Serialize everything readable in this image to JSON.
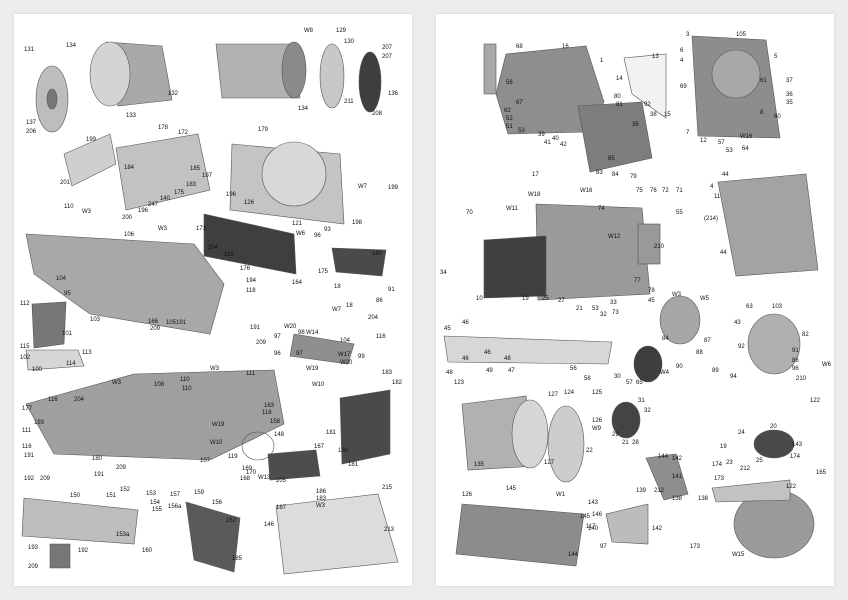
{
  "left_page": {
    "labels": [
      "131",
      "134",
      "132",
      "133",
      "137",
      "206",
      "W8",
      "129",
      "130",
      "207",
      "207",
      "211",
      "136",
      "208",
      "134",
      "178",
      "172",
      "199",
      "201",
      "184",
      "185",
      "197",
      "200",
      "196",
      "247",
      "175",
      "140",
      "183",
      "179",
      "196",
      "126",
      "121",
      "W6",
      "96",
      "93",
      "W7",
      "199",
      "198",
      "110",
      "W3",
      "106",
      "W3",
      "171",
      "104",
      "95",
      "103",
      "204",
      "116",
      "176",
      "194",
      "118",
      "166",
      "209",
      "105",
      "191",
      "175",
      "180",
      "18",
      "91",
      "86",
      "W7",
      "18",
      "164",
      "204",
      "116",
      "112",
      "101",
      "115",
      "113",
      "100",
      "102",
      "114",
      "191",
      "209",
      "W20",
      "97",
      "98",
      "W14",
      "104",
      "96",
      "97",
      "W17",
      "W20",
      "99",
      "W19",
      "W10",
      "W3",
      "111",
      "116",
      "177",
      "110",
      "193",
      "W3",
      "108",
      "110",
      "163",
      "204",
      "111",
      "116",
      "191",
      "192",
      "209",
      "180",
      "191",
      "209",
      "W19",
      "107",
      "W10",
      "118",
      "W13",
      "169",
      "158",
      "119",
      "168",
      "170",
      "148",
      "167",
      "205",
      "181",
      "183",
      "180",
      "181",
      "182",
      "150",
      "151",
      "152",
      "153",
      "154",
      "155",
      "153a",
      "157",
      "159",
      "156",
      "156a",
      "160",
      "162",
      "185",
      "186",
      "183",
      "W3",
      "146",
      "167",
      "215",
      "213",
      "193",
      "192",
      "209"
    ]
  },
  "right_page": {
    "labels": [
      "68",
      "16",
      "1",
      "56",
      "67",
      "62",
      "52",
      "51",
      "53",
      "39",
      "41",
      "40",
      "42",
      "80",
      "81",
      "92",
      "38",
      "36",
      "85",
      "83",
      "84",
      "79",
      "17",
      "13",
      "14",
      "15",
      "3",
      "105",
      "6",
      "4",
      "5",
      "61",
      "37",
      "69",
      "36",
      "35",
      "8",
      "60",
      "7",
      "12",
      "57",
      "53",
      "64",
      "W16",
      "W18",
      "W16",
      "74",
      "75",
      "76",
      "72",
      "71",
      "55",
      "W12",
      "W11",
      "70",
      "210",
      "34",
      "10",
      "19",
      "25",
      "27",
      "21",
      "53",
      "32",
      "33",
      "73",
      "77",
      "78",
      "45",
      "44",
      "4",
      "11",
      "(214)",
      "44",
      "45",
      "46",
      "46",
      "46",
      "48",
      "48",
      "49",
      "47",
      "58",
      "56",
      "57",
      "65",
      "W4",
      "W3",
      "W5",
      "63",
      "103",
      "43",
      "82",
      "84",
      "87",
      "88",
      "90",
      "89",
      "92",
      "91",
      "86",
      "96",
      "W6",
      "210",
      "94",
      "122",
      "123",
      "127",
      "124",
      "125",
      "126",
      "W9",
      "135",
      "127",
      "22",
      "30",
      "31",
      "32",
      "29",
      "28",
      "21",
      "24",
      "20",
      "19",
      "23",
      "25",
      "143",
      "144",
      "142",
      "141",
      "145",
      "126",
      "W1",
      "145",
      "117",
      "144",
      "143",
      "146",
      "140",
      "139",
      "212",
      "138",
      "97",
      "142",
      "173",
      "174",
      "212",
      "174",
      "165",
      "173",
      "122",
      "138",
      "W15"
    ]
  },
  "colors": {
    "sheet_background": "#ececec",
    "page_background": "#ffffff",
    "part_gray_light": "#cfcfcf",
    "part_gray_mid": "#a8a8a8",
    "part_gray_dark": "#6f6f6f",
    "label_text": "#111111"
  }
}
